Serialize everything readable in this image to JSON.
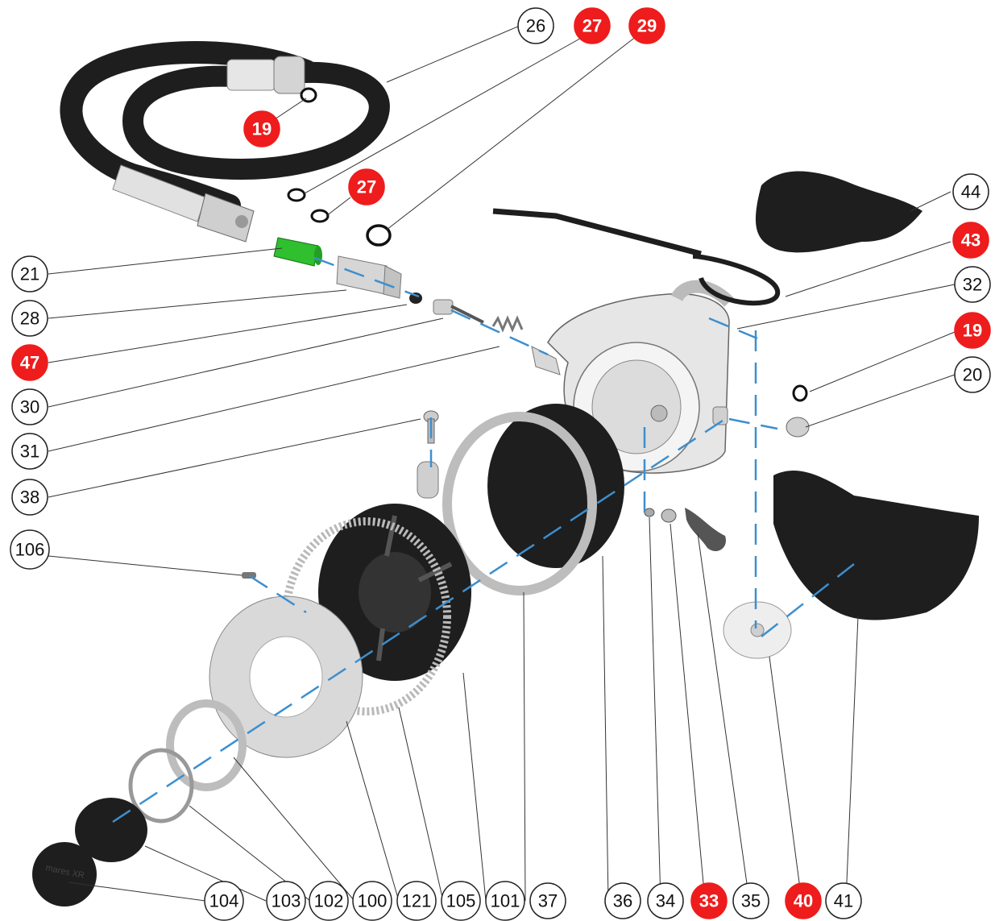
{
  "callouts": [
    {
      "id": "c26",
      "label": "26",
      "color": "#ffffff"
    },
    {
      "id": "c27a",
      "label": "27",
      "color": "#ee1c1c"
    },
    {
      "id": "c29",
      "label": "29",
      "color": "#ee1c1c"
    },
    {
      "id": "c19a",
      "label": "19",
      "color": "#ee1c1c"
    },
    {
      "id": "c27b",
      "label": "27",
      "color": "#ee1c1c"
    },
    {
      "id": "c44",
      "label": "44",
      "color": "#ffffff"
    },
    {
      "id": "c43",
      "label": "43",
      "color": "#ee1c1c"
    },
    {
      "id": "c32",
      "label": "32",
      "color": "#ffffff"
    },
    {
      "id": "c19b",
      "label": "19",
      "color": "#ee1c1c"
    },
    {
      "id": "c20",
      "label": "20",
      "color": "#ffffff"
    },
    {
      "id": "c21",
      "label": "21",
      "color": "#ffffff"
    },
    {
      "id": "c28",
      "label": "28",
      "color": "#ffffff"
    },
    {
      "id": "c47",
      "label": "47",
      "color": "#ee1c1c"
    },
    {
      "id": "c30",
      "label": "30",
      "color": "#ffffff"
    },
    {
      "id": "c31",
      "label": "31",
      "color": "#ffffff"
    },
    {
      "id": "c38",
      "label": "38",
      "color": "#ffffff"
    },
    {
      "id": "c106",
      "label": "106",
      "color": "#ffffff"
    },
    {
      "id": "c104",
      "label": "104",
      "color": "#ffffff"
    },
    {
      "id": "c103",
      "label": "103",
      "color": "#ffffff"
    },
    {
      "id": "c102",
      "label": "102",
      "color": "#ffffff"
    },
    {
      "id": "c100",
      "label": "100",
      "color": "#ffffff"
    },
    {
      "id": "c121",
      "label": "121",
      "color": "#ffffff"
    },
    {
      "id": "c105",
      "label": "105",
      "color": "#ffffff"
    },
    {
      "id": "c101",
      "label": "101",
      "color": "#ffffff"
    },
    {
      "id": "c37",
      "label": "37",
      "color": "#ffffff"
    },
    {
      "id": "c36",
      "label": "36",
      "color": "#ffffff"
    },
    {
      "id": "c34",
      "label": "34",
      "color": "#ffffff"
    },
    {
      "id": "c33",
      "label": "33",
      "color": "#ee1c1c"
    },
    {
      "id": "c35",
      "label": "35",
      "color": "#ffffff"
    },
    {
      "id": "c40",
      "label": "40",
      "color": "#ee1c1c"
    },
    {
      "id": "c41",
      "label": "41",
      "color": "#ffffff"
    }
  ],
  "colors": {
    "highlight": "#ee1c1c",
    "assembly_axis": "#3c8fcf",
    "rubber_parts": "#1e1e1e",
    "metal_parts": "#d9d9d9",
    "green_part": "#2fbf2f"
  },
  "front_cover_logo": "mares XR"
}
